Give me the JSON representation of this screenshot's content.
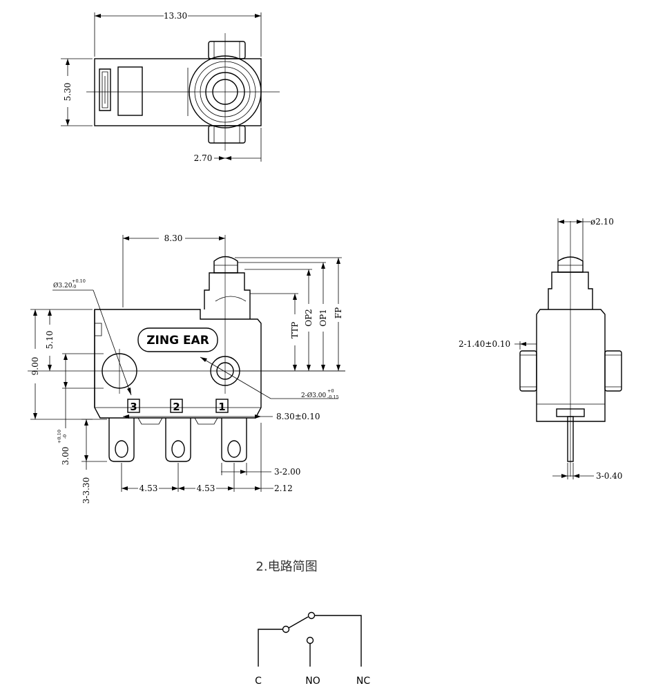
{
  "top_view": {
    "dim_length": "13.30",
    "dim_height": "5.30",
    "dim_offset": "2.70"
  },
  "front_view": {
    "brand": "ZING EAR",
    "dim_width": "8.30",
    "hole_label": "Ø3.20",
    "hole_tol_upper": "+0.10",
    "hole_tol_lower": "-0",
    "dim_height_total": "9.00",
    "dim_height_hole": "5.10",
    "dim_pin_height_left": "3.00",
    "dim_pin_height_left_tol_upper": "+0.10",
    "dim_pin_height_left_tol_lower": "-0",
    "dim_pin_height": "3-3.30",
    "pin_labels": [
      "3",
      "2",
      "1"
    ],
    "mount_hole_label": "2-Ø3.00",
    "mount_hole_tol_upper": "+0",
    "mount_hole_tol_lower": "-0.15",
    "dim_hole_spacing": "8.30±0.10",
    "label_ttp": "TTP",
    "label_op2": "OP2",
    "label_op1": "OP1",
    "label_fp": "FP",
    "dim_pin_width": "3-2.00",
    "dim_pitch_1": "4.53",
    "dim_pitch_2": "4.53",
    "dim_edge": "2.12"
  },
  "side_view": {
    "dim_plunger": "ø2.10",
    "dim_boss": "2-1.40±0.10",
    "dim_pin_thickness": "3-0.40"
  },
  "circuit": {
    "title": "2.电路简图",
    "terminals": [
      "C",
      "NO",
      "NC"
    ]
  }
}
